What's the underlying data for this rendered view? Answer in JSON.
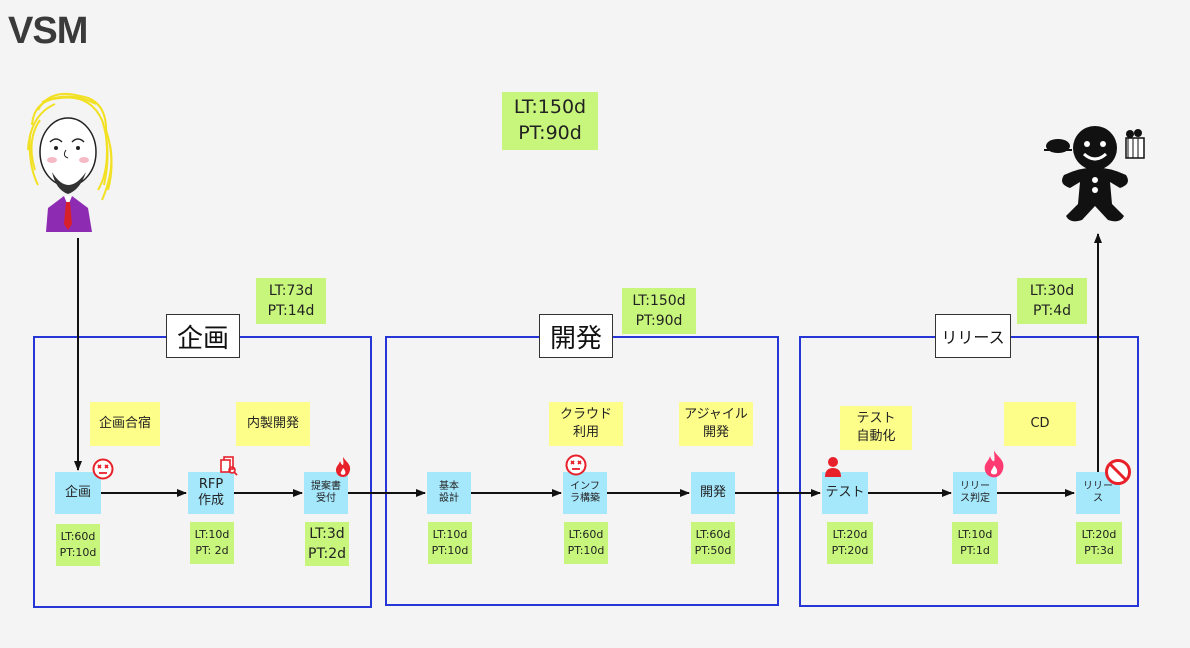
{
  "page": {
    "title": "VSM"
  },
  "summary_total": {
    "text": "LT:150d\nPT:90d"
  },
  "stages": [
    {
      "label": "企画",
      "summary": "LT:73d\nPT:14d",
      "notes": [
        "企画合宿",
        "内製開発"
      ],
      "steps": [
        {
          "label": "企画",
          "metrics": "LT:60d\nPT:10d",
          "icon": "dizzy-face-icon"
        },
        {
          "label": "RFP\n作成",
          "metrics": "LT:10d\nPT: 2d",
          "icon": "document-search-icon"
        },
        {
          "label": "提案書\n受付",
          "metrics": "LT:3d\nPT:2d",
          "icon": "fire-icon"
        }
      ]
    },
    {
      "label": "開発",
      "summary": "LT:150d\nPT:90d",
      "notes": [
        "クラウド\n利用",
        "アジャイル\n開発"
      ],
      "steps": [
        {
          "label": "基本\n設計",
          "metrics": "LT:10d\nPT:10d",
          "icon": ""
        },
        {
          "label": "インフ\nラ構築",
          "metrics": "LT:60d\nPT:10d",
          "icon": "dizzy-face-icon"
        },
        {
          "label": "開発",
          "metrics": "LT:60d\nPT:50d",
          "icon": ""
        }
      ]
    },
    {
      "label": "リリース",
      "summary": "LT:30d\nPT:4d",
      "notes": [
        "テスト\n自動化",
        "CD"
      ],
      "steps": [
        {
          "label": "テスト",
          "metrics": "LT:20d\nPT:20d",
          "icon": "person-icon"
        },
        {
          "label": "リリー\nス判定",
          "metrics": "LT:10d\nPT:1d",
          "icon": "fire-icon"
        },
        {
          "label": "リリー\nス",
          "metrics": "LT:20d\nPT:3d",
          "icon": "prohibited-icon"
        }
      ]
    }
  ],
  "colors": {
    "frame": "#2636d6",
    "step": "#a5e7fb",
    "sticky": "#fdfd8a",
    "metric": "#c8f67c",
    "alert": "#e8202a"
  }
}
